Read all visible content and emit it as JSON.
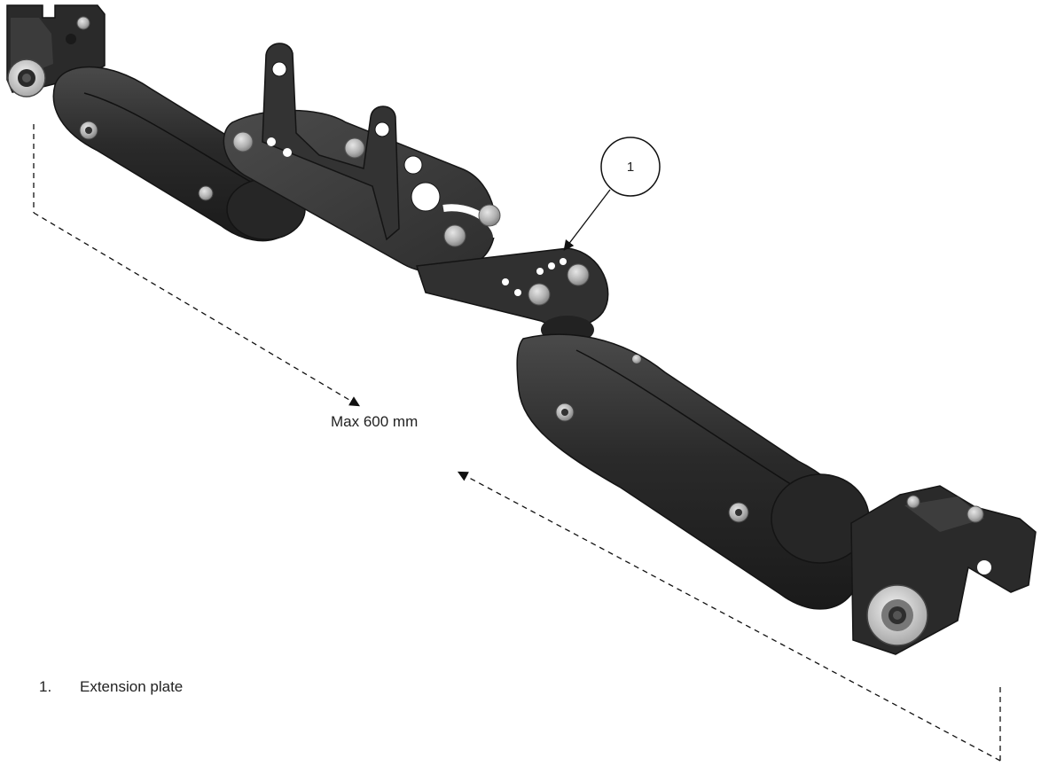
{
  "dimension": {
    "label": "Max 600 mm"
  },
  "callouts": [
    {
      "number": "1"
    }
  ],
  "legend": [
    {
      "number": "1.",
      "text": "Extension plate"
    }
  ],
  "colors": {
    "metal_dark": "#2b2b2b",
    "metal_mid": "#3d3d3d",
    "bolt": "#b9b9b9",
    "line": "#222222"
  }
}
